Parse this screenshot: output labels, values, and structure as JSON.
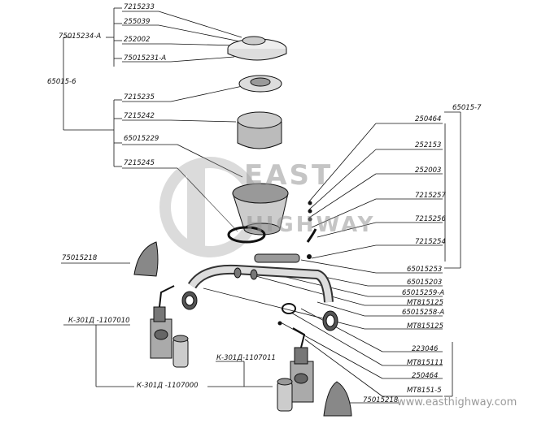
{
  "colors": {
    "ink": "#111111",
    "watermark": "#9a9a9a"
  },
  "watermark": {
    "logo_top": "EAST",
    "logo_bottom": "HIGHWAY",
    "url": "www.easthighway.com"
  },
  "labels": {
    "p7215233": "7215233",
    "p255039": "255039",
    "p252002": "252002",
    "p75015231a": "75015231-A",
    "p75015234a": "75015234-A",
    "p65015_6": "65015-6",
    "p7215235": "7215235",
    "p7215242": "7215242",
    "p65015229": "65015229",
    "p7215245": "7215245",
    "p75015218_left": "75015218",
    "p75015218_bottom": "75015218",
    "p65015_7": "65015-7",
    "p250464_top": "250464",
    "p252153": "252153",
    "p252003": "252003",
    "p7215257": "7215257",
    "p7215256": "7215256",
    "p7215254": "7215254",
    "p65015253": "65015253",
    "p65015203": "65015203",
    "p65015259a": "65015259-A",
    "pMT815125_a": "MT815125",
    "p65015258a": "65015258-A",
    "pMT815125_b": "MT815125",
    "p223046": "223046",
    "pMT815111": "MT815111",
    "p250464_bottom": "250464",
    "pMT8151_5": "MT8151-5",
    "pK301D_1107010": "К-301Д -1107010",
    "pK301D_1107011": "К-301Д-1107011",
    "pK301D_1107000": "К-301Д -1107000"
  }
}
